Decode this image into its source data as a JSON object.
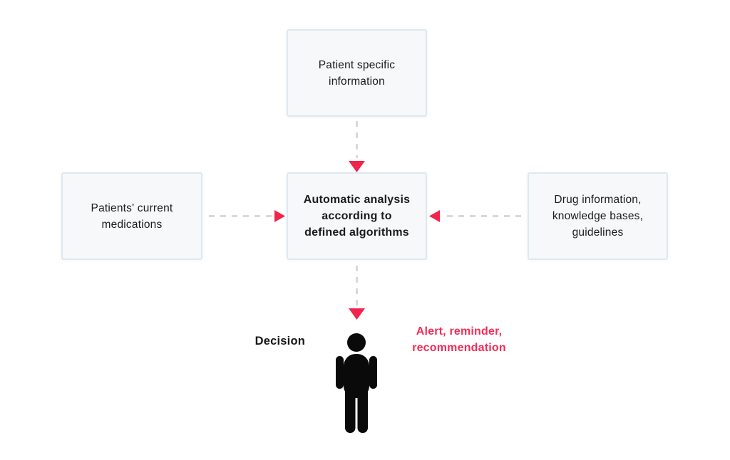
{
  "colors": {
    "accent_arrow": "#f1254c",
    "accent_text": "#f22c58",
    "dash": "#d9d9d9",
    "box_bg": "#f7f8f9",
    "box_border": "#dde8f0",
    "ink": "#1b1b1f",
    "person": "#0a0a0a"
  },
  "nodes": {
    "patient_info": {
      "lines": [
        "Patient specific",
        "information"
      ]
    },
    "current_medications": {
      "lines": [
        "Patients' current",
        "medications"
      ]
    },
    "automatic_analysis": {
      "lines": [
        "Automatic analysis",
        "according to",
        "defined algorithms"
      ]
    },
    "drug_information": {
      "lines": [
        "Drug information,",
        "knowledge bases,",
        "guidelines"
      ]
    }
  },
  "labels": {
    "decision": "Decision",
    "alert": {
      "lines": [
        "Alert, reminder,",
        "recommendation"
      ]
    }
  },
  "icons": {
    "person": "person-silhouette",
    "arrowheads": "triangle"
  }
}
